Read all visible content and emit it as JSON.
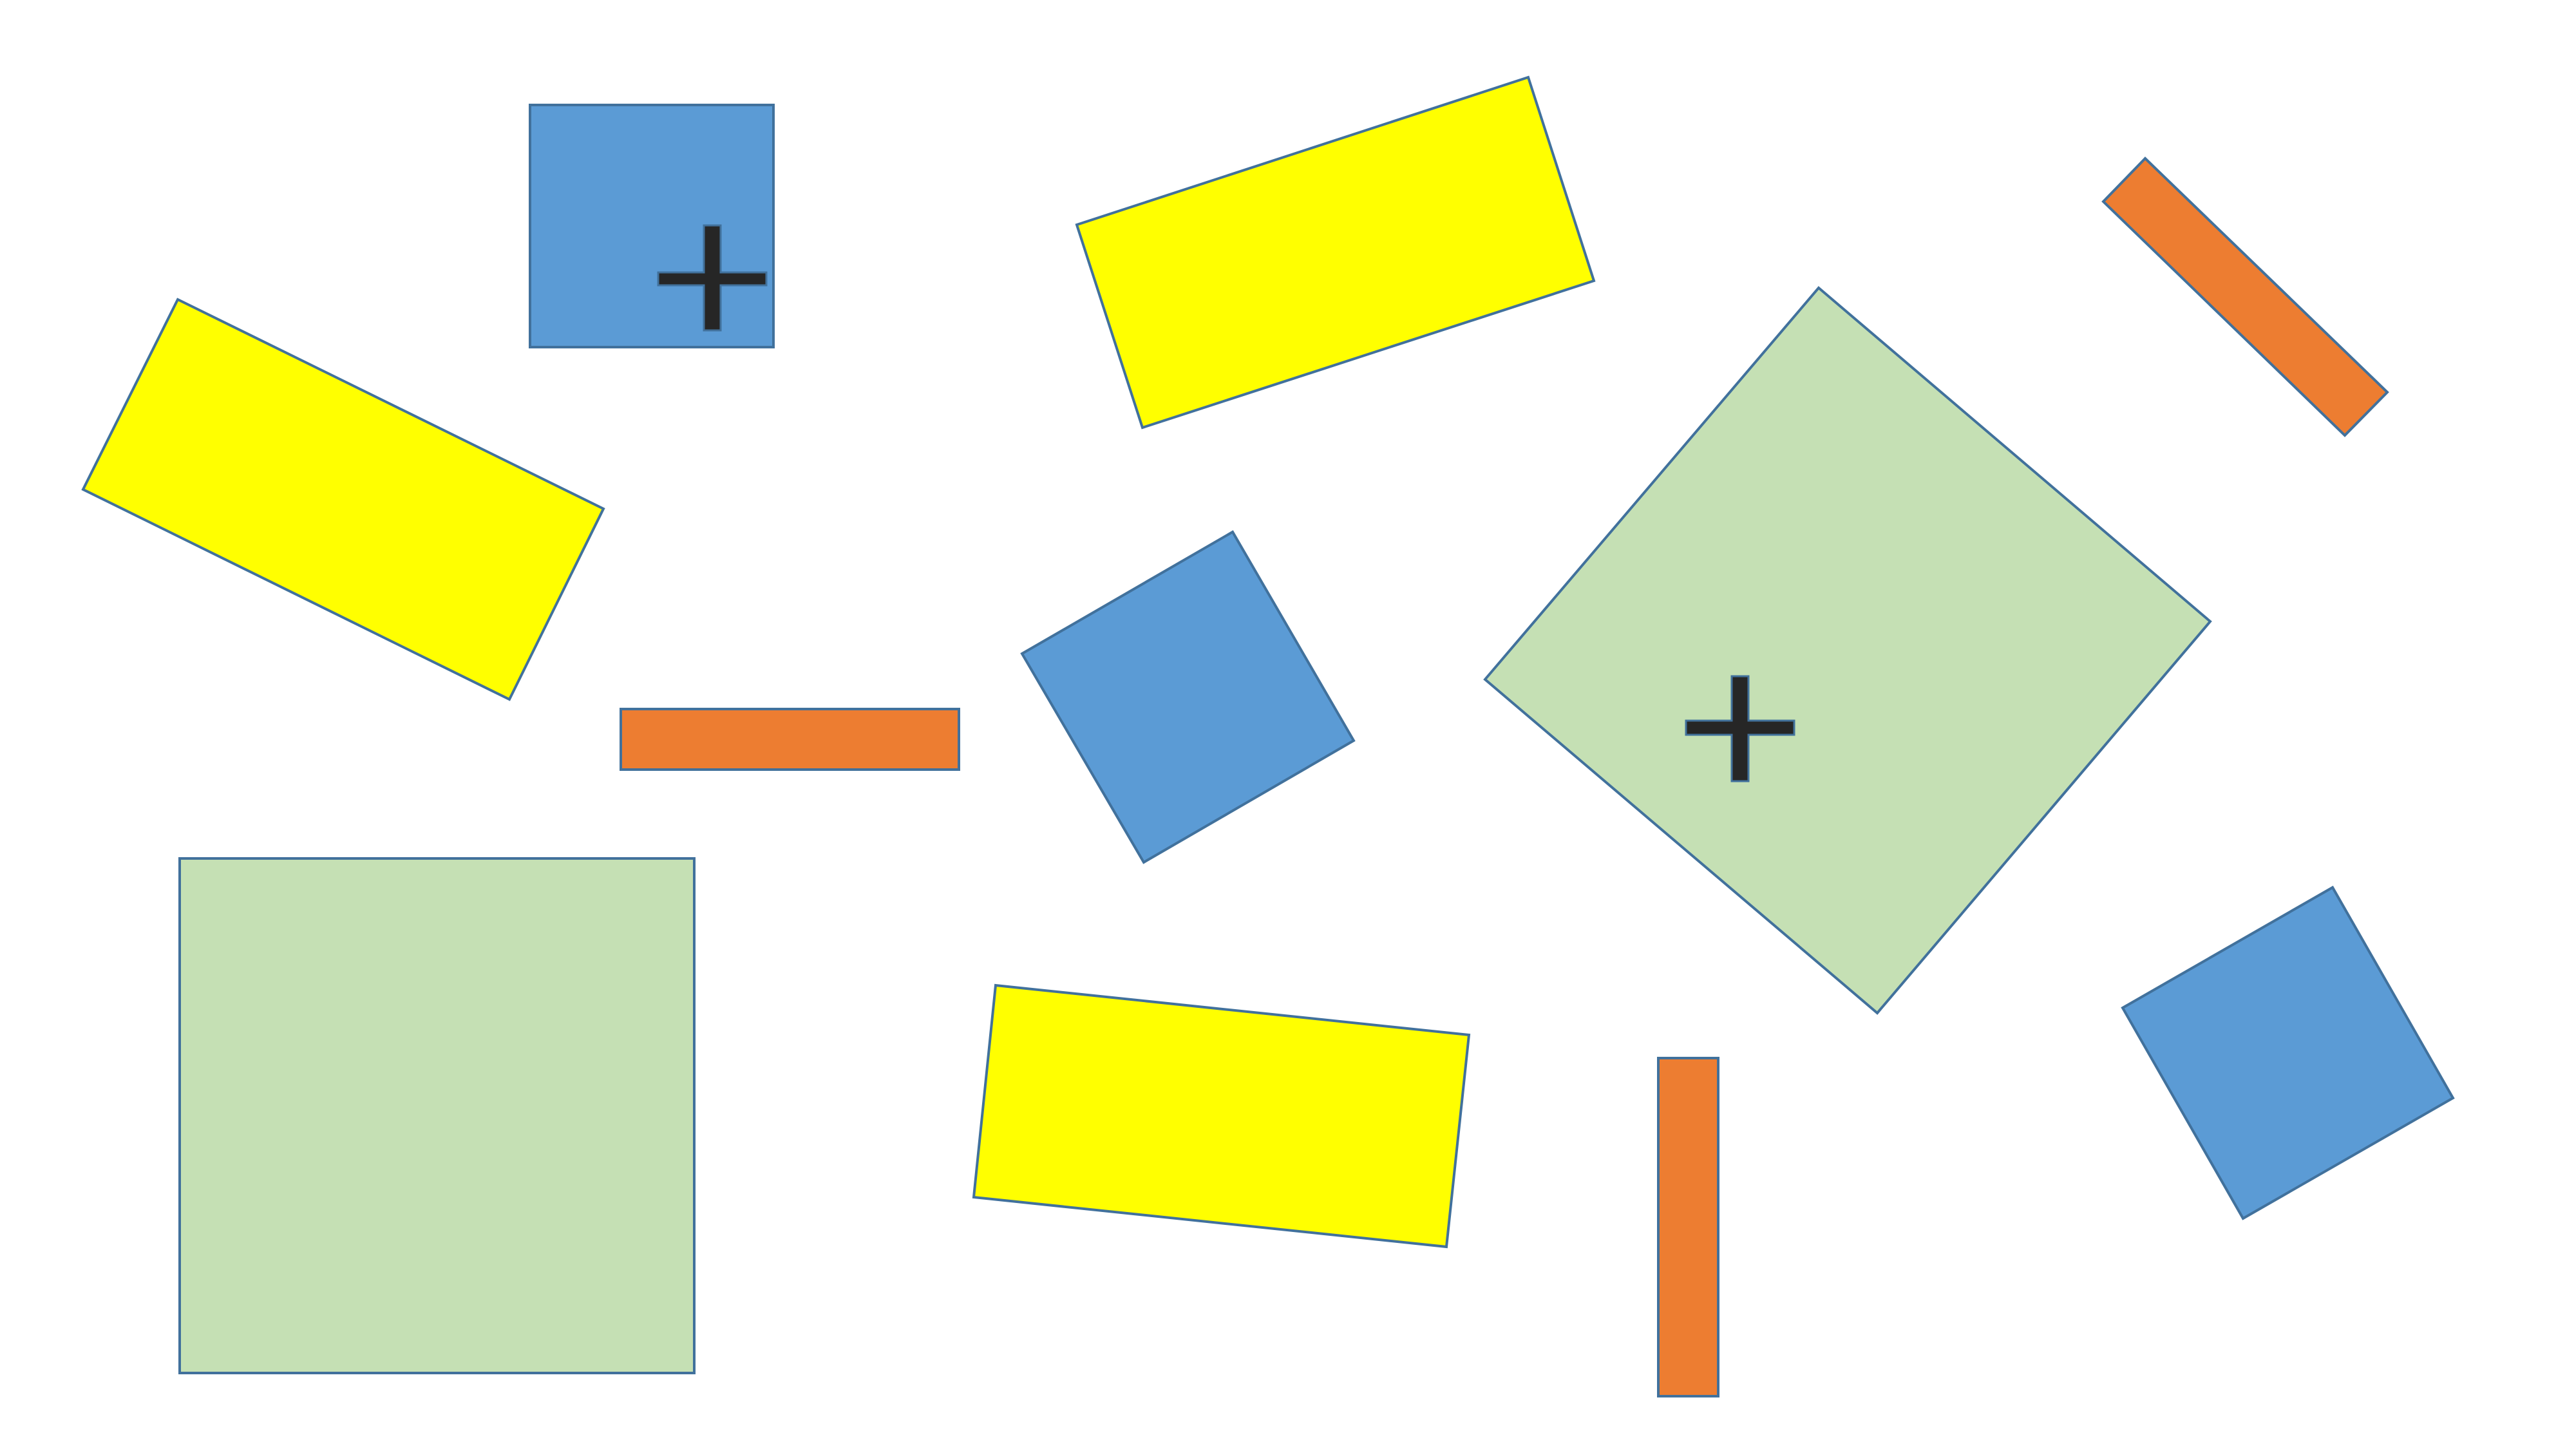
{
  "colors": {
    "background": "#ffffff",
    "blue": "#5b9bd5",
    "yellow": "#ffff00",
    "green": "#c5e0b4",
    "orange": "#ed7d31",
    "outline": "#41719c",
    "plus_marker": "#262626"
  },
  "shapes": [
    {
      "id": "blue-square-1",
      "kind": "square",
      "color": "blue"
    },
    {
      "id": "blue-square-2",
      "kind": "square",
      "color": "blue"
    },
    {
      "id": "blue-square-3",
      "kind": "square",
      "color": "blue"
    },
    {
      "id": "yellow-rectangle-1",
      "kind": "rectangle",
      "color": "yellow"
    },
    {
      "id": "yellow-rectangle-2",
      "kind": "rectangle",
      "color": "yellow"
    },
    {
      "id": "yellow-rectangle-3",
      "kind": "rectangle",
      "color": "yellow"
    },
    {
      "id": "green-square-1",
      "kind": "square",
      "color": "green"
    },
    {
      "id": "green-square-2",
      "kind": "square",
      "color": "green"
    },
    {
      "id": "orange-bar-1",
      "kind": "bar",
      "color": "orange"
    },
    {
      "id": "orange-bar-2",
      "kind": "bar",
      "color": "orange"
    },
    {
      "id": "orange-bar-3",
      "kind": "bar",
      "color": "orange"
    }
  ],
  "markers": [
    {
      "id": "plus-marker-1",
      "icon": "plus-icon",
      "color": "plus_marker"
    },
    {
      "id": "plus-marker-2",
      "icon": "plus-icon",
      "color": "plus_marker"
    }
  ]
}
